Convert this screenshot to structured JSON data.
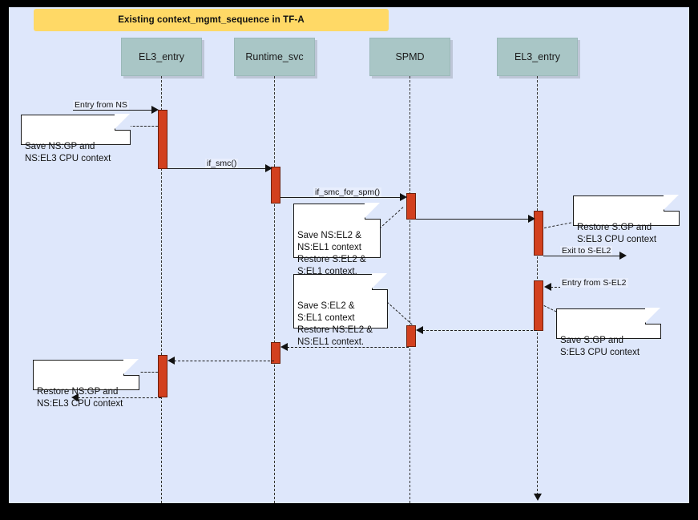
{
  "title": {
    "banner_label": "Existing context_mgmt_sequence in TF-A"
  },
  "participants": [
    {
      "id": "el3_entry_left",
      "label": "EL3_entry"
    },
    {
      "id": "runtime_svc",
      "label": "Runtime_svc"
    },
    {
      "id": "spmd",
      "label": "SPMD"
    },
    {
      "id": "el3_entry_right",
      "label": "EL3_entry"
    }
  ],
  "messages": [
    {
      "id": "entry-from-ns",
      "label": "Entry from NS",
      "style": "solid"
    },
    {
      "id": "if-smc",
      "label": "if_smc()",
      "style": "solid"
    },
    {
      "id": "if-smc-for-spm",
      "label": "if_smc_for_spm()",
      "style": "solid"
    },
    {
      "id": "spmd-to-el3",
      "label": "",
      "style": "solid"
    },
    {
      "id": "exit-to-sel2",
      "label": "Exit to S-EL2",
      "style": "solid"
    },
    {
      "id": "entry-from-sel2",
      "label": "Entry from S-EL2",
      "style": "dashed"
    },
    {
      "id": "el3-to-spmd-ret",
      "label": "",
      "style": "dashed"
    },
    {
      "id": "spmd-to-rt-ret",
      "label": "",
      "style": "dashed"
    },
    {
      "id": "rt-to-el3-ret",
      "label": "",
      "style": "dashed"
    },
    {
      "id": "el3-exit-ret",
      "label": "",
      "style": "dashed"
    }
  ],
  "notes": [
    {
      "id": "note-save-ns-gp",
      "text": "Save NS:GP and\nNS:EL3 CPU context"
    },
    {
      "id": "note-save-ns-el2",
      "text": "Save NS:EL2 &\nNS:EL1 context\nRestore S:EL2 &\nS:EL1 context."
    },
    {
      "id": "note-restore-s-gp",
      "text": "Restore S:GP and\nS:EL3 CPU context"
    },
    {
      "id": "note-save-s-el2",
      "text": "Save S:EL2 &\nS:EL1 context\nRestore NS:EL2 &\nNS:EL1 context."
    },
    {
      "id": "note-save-s-gp",
      "text": "Save S:GP and\nS:EL3 CPU context"
    },
    {
      "id": "note-restore-ns-gp",
      "text": "Restore NS:GP and\nNS:EL3 CPU context"
    }
  ],
  "colors": {
    "canvas_background": "#dee7fb",
    "frame_border": "#000000",
    "title_banner": "#ffd966",
    "participant_box": "#a9c6c6",
    "activation_bar": "#d2401e",
    "activation_border": "#6d1f0c",
    "note_background": "#ffffff",
    "line": "#1a1a1a"
  }
}
